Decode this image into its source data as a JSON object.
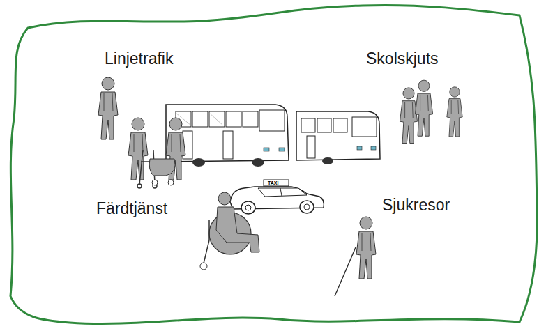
{
  "diagram": {
    "labels": [
      "Linjetrafik",
      "Skolskjuts",
      "Färdtjänst",
      "Sjukresor",
      "TAXI"
    ]
  }
}
